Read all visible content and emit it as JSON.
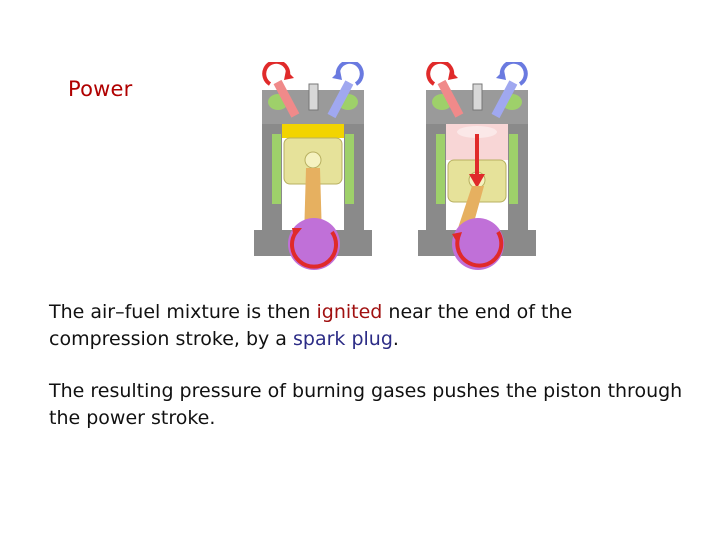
{
  "slide": {
    "title": "Power",
    "paragraph1": {
      "part1": "The air–fuel mixture is then ",
      "highlight1": "ignited",
      "part2": " near the end of the compression stroke, by a ",
      "highlight2": "spark plug",
      "part3": "."
    },
    "paragraph2": "The resulting pressure of burning gases pushes the piston through the power stroke."
  },
  "colors": {
    "title": "#b00000",
    "highlight_red": "#a01010",
    "highlight_blue": "#2c2c86",
    "engine_block": "#8a8a8a",
    "piston": "#e6e29a",
    "coolant": "#9ed06a",
    "crank": "#c070d8",
    "arrow_red": "#e02a2a",
    "valve_blue": "#6a7ae0",
    "combustion_yellow": "#f2d400"
  },
  "icons": [
    "engine-cylinder-ignition-icon",
    "engine-cylinder-power-stroke-icon"
  ]
}
